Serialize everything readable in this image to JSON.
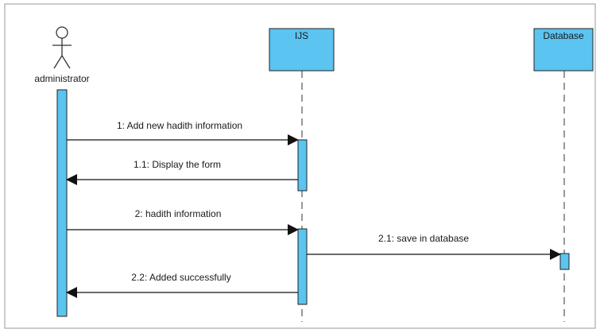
{
  "participants": {
    "actor": {
      "name": "administrator"
    },
    "ijs": {
      "name": "IJS"
    },
    "database": {
      "name": "Database"
    }
  },
  "messages": [
    {
      "label": "1: Add new hadith information",
      "from": "administrator",
      "to": "IJS",
      "type": "call"
    },
    {
      "label": "1.1: Display the form",
      "from": "IJS",
      "to": "administrator",
      "type": "return"
    },
    {
      "label": "2: hadith information",
      "from": "administrator",
      "to": "IJS",
      "type": "call"
    },
    {
      "label": "2.1: save in database",
      "from": "IJS",
      "to": "Database",
      "type": "call"
    },
    {
      "label": "2.2: Added successfully",
      "from": "IJS",
      "to": "administrator",
      "type": "return"
    }
  ],
  "colors": {
    "activation_fill": "#5bc4f1",
    "box_fill": "#5bc4f1",
    "stroke": "#222222",
    "frame": "#999999"
  }
}
